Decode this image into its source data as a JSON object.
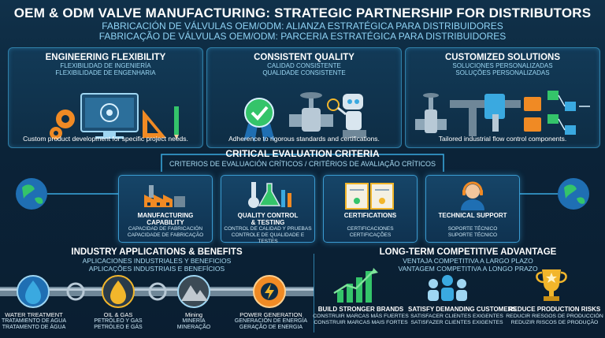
{
  "header": {
    "title": "OEM & ODM VALVE MANUFACTURING: STRATEGIC PARTNERSHIP FOR DISTRIBUTORS",
    "subtitle_es": "FABRICACIÓN DE VÁLVULAS OEM/ODM: ALIANZA ESTRATÉGICA PARA DISTRIBUIDORES",
    "subtitle_pt": "FABRICAÇÃO DE VÁLVULAS OEM/ODM: PARCERIA ESTRATÉGICA PARA DISTRIBUIDORES"
  },
  "panels": [
    {
      "title": "ENGINEERING FLEXIBILITY",
      "sub_es": "FLEXIBILIDAD DE INGENIERÍA",
      "sub_pt": "FLEXIBILIDADE DE ENGENHARIA",
      "caption": "Custom product development for specific project needs."
    },
    {
      "title": "CONSISTENT QUALITY",
      "sub_es": "CALIDAD CONSISTENTE",
      "sub_pt": "QUALIDADE CONSISTENTE",
      "caption": "Adherence to rigorous standards and certifications."
    },
    {
      "title": "CUSTOMIZED SOLUTIONS",
      "sub_es": "SOLUCIONES PERSONALIZADAS",
      "sub_pt": "SOLUÇÕES PERSONALIZADAS",
      "caption": "Tailored industrial flow control components."
    }
  ],
  "criteria": {
    "title": "CRITICAL EVALUATION CRITERIA",
    "subtitle": "CRITERIOS DE EVALUACIÓN CRÍTICOS / CRITÉRIOS DE AVALIAÇÃO CRÍTICOS",
    "cards": [
      {
        "label1": "MANUFACTURING",
        "label2": "CAPABILITY",
        "es": "CAPACIDAD DE FABRICACIÓN",
        "pt": "CAPACIDADE DE FABRICAÇÃO"
      },
      {
        "label1": "QUALITY CONTROL",
        "label2": "& TESTING",
        "es": "CONTROL DE CALIDAD Y PRUEBAS",
        "pt": "CONTROLE DE QUALIDADE E TESTES"
      },
      {
        "label1": "CERTIFICATIONS",
        "label2": "",
        "es": "CERTIFICACIONES",
        "pt": "CERTIFICAÇÕES"
      },
      {
        "label1": "TECHNICAL SUPPORT",
        "label2": "",
        "es": "SOPORTE TÉCNICO",
        "pt": "SUPORTE TÉCNICO"
      }
    ]
  },
  "applications": {
    "title": "INDUSTRY APPLICATIONS & BENEFITS",
    "sub_es": "APLICACIONES INDUSTRIALES Y BENEFICIOS",
    "sub_pt": "APLICAÇÕES INDUSTRIAIS E BENEFÍCIOS",
    "items": [
      {
        "label": "WATER TREATMENT",
        "es": "TRATAMIENTO DE AGUA",
        "pt": "TRATAMENTO DE ÁGUA"
      },
      {
        "label": "OIL & GAS",
        "es": "PETRÓLEO Y GAS",
        "pt": "PETRÓLEO E GÁS"
      },
      {
        "label": "Mining",
        "es": "MINERÍA",
        "pt": "MINERAÇÃO"
      },
      {
        "label": "POWER GENERATION",
        "es": "GENERACIÓN DE ENERGÍA",
        "pt": "GERAÇÃO DE ENERGIA"
      }
    ]
  },
  "advantage": {
    "title": "LONG-TERM COMPETITIVE ADVANTAGE",
    "sub_es": "VENTAJA COMPETITIVA A LARGO PLAZO",
    "sub_pt": "VANTAGEM COMPETITIVA A LONGO PRAZO",
    "items": [
      {
        "label": "BUILD STRONGER BRANDS",
        "es": "CONSTRUIR MARCAS MÁS FUERTES",
        "pt": "CONSTRUIR MARCAS MAIS FORTES"
      },
      {
        "label": "SATISFY DEMANDING CUSTOMERS",
        "es": "SATISFACER CLIENTES EXIGENTES",
        "pt": "SATISFAZER CLIENTES EXIGENTES"
      },
      {
        "label": "REDUCE PRODUCTION RISKS",
        "es": "REDUCIR RIESGOS DE PRODUCCIÓN",
        "pt": "REDUZIR RISCOS DE PRODUÇÃO"
      }
    ]
  },
  "colors": {
    "accent": "#3aa9e0",
    "navy": "#0b2338",
    "orange": "#f08a24",
    "green": "#34c46a",
    "gold": "#f2b62b"
  }
}
